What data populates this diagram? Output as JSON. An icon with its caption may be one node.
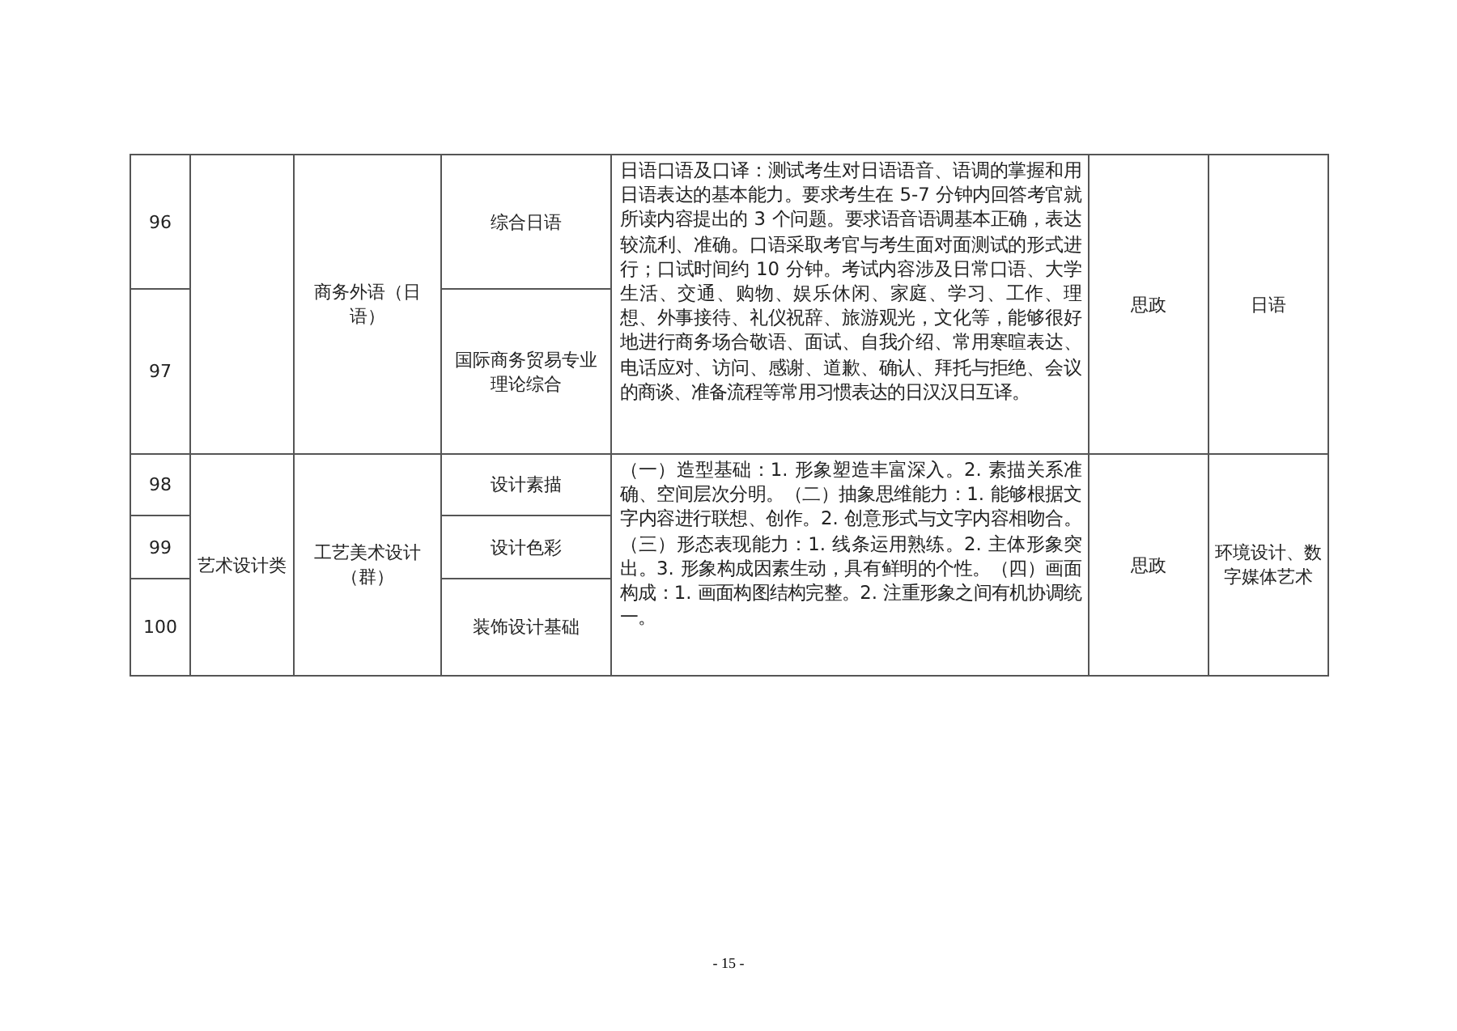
{
  "diagram": {
    "labels": [
      "96",
      "商务外语（日语）",
      "综合日语",
      "日语口语及口译：测试考生对日语语音、语调的掌握和用日语表达的基本能力。要求考生在 5-7 分钟内回答考官就所读内容提出的 3 个问题。要求语音语调基本正确，表达较流利、准确。口语采取考官与考生面对面测试的形式进行；口试时间约 10 分钟。考试内容涉及日常口语、大学生活、交通、购物、娱乐休闲、家庭、学习、工作、理想、外事接待、礼仪祝辞、旅游观光，文化等，能够很好地进行商务场合敬语、面试、自我介绍、常用寒暄表达、电话应对、访问、感谢、道歉、确认、拜托与拒绝、会议的商谈、准备流程等常用习惯表达的日汉汉日互译。",
      "思政",
      "日语",
      "97",
      "国际商务贸易专业理论综合",
      "98",
      "艺术设计类",
      "工艺美术设计（群）",
      "设计素描",
      "（一）造型基础：1. 形象塑造丰富深入。2. 素描关系准确、空间层次分明。（二）抽象思维能力：1. 能够根据文字内容进行联想、创作。2. 创意形式与文字内容相吻合。（三）形态表现能力：1. 线条运用熟练。2. 主体形象突出。3. 形象构成因素生动，具有鲜明的个性。（四）画面构成：1. 画面构图结构完整。2. 注重形象之间有机协调统一。",
      "思政",
      "环境设计、数字媒体艺术",
      "99",
      "设计色彩",
      "100",
      "装饰设计基础",
      "- 15 -"
    ]
  }
}
